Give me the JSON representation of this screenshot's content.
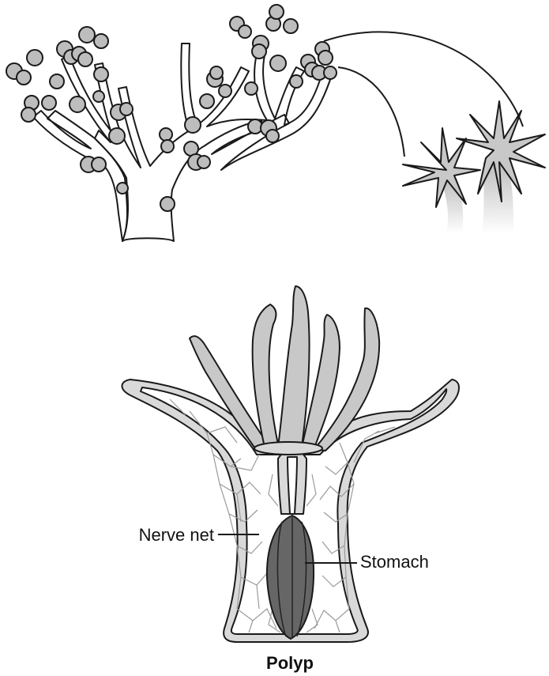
{
  "labels": {
    "nerve_net": "Nerve net",
    "stomach": "Stomach",
    "title": "Polyp"
  },
  "colors": {
    "tentacle": "#c8c8c8",
    "polyp_bead": "#bdbdbd",
    "stomach": "#666666",
    "nerve": "#9a9a9a",
    "outline": "#1a1a1a"
  }
}
